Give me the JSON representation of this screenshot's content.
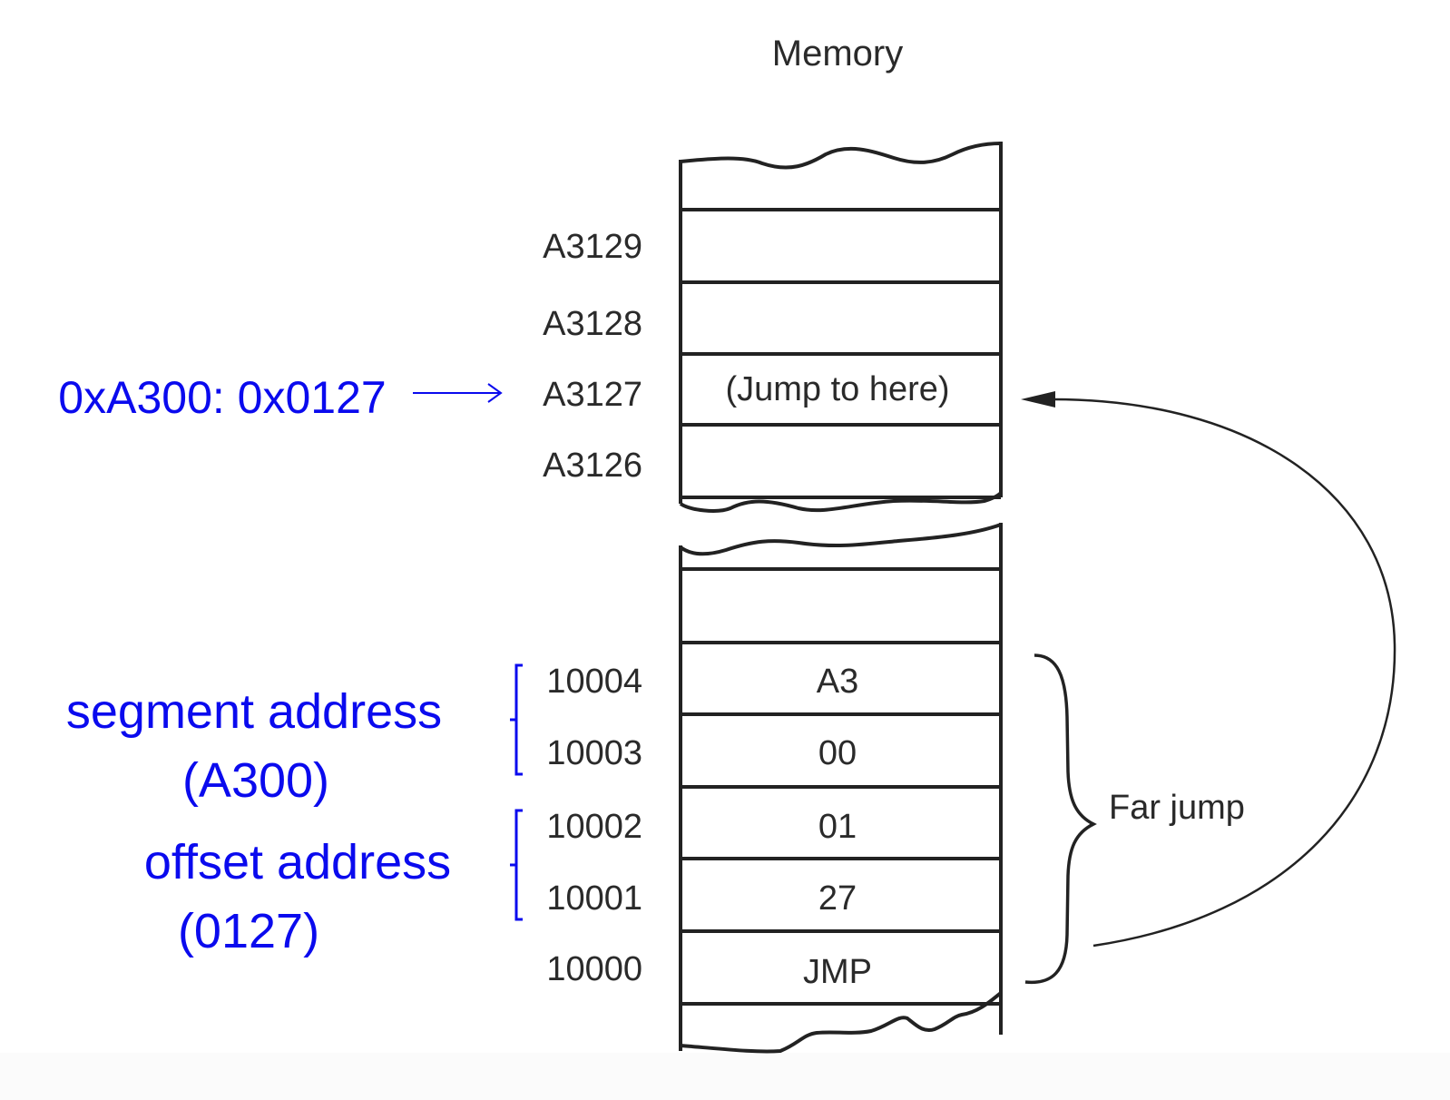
{
  "title": "Memory",
  "top_block": {
    "rows": [
      {
        "address": "",
        "content": ""
      },
      {
        "address": "A3129",
        "content": ""
      },
      {
        "address": "A3128",
        "content": ""
      },
      {
        "address": "A3127",
        "content": "(Jump to here)"
      },
      {
        "address": "A3126",
        "content": ""
      }
    ]
  },
  "bottom_block": {
    "rows": [
      {
        "address": "",
        "content": ""
      },
      {
        "address": "10004",
        "content": "A3"
      },
      {
        "address": "10003",
        "content": "00"
      },
      {
        "address": "10002",
        "content": "01"
      },
      {
        "address": "10001",
        "content": "27"
      },
      {
        "address": "10000",
        "content": "JMP"
      },
      {
        "address": "",
        "content": ""
      }
    ]
  },
  "far_jump_label": "Far jump",
  "annotations": {
    "target_pointer": "0xA300: 0x0127",
    "segment_label": "segment address",
    "segment_value": "(A300)",
    "offset_label": "offset address",
    "offset_value": "(0127)"
  },
  "colors": {
    "annotation": "#0a0aee",
    "diagram_ink": "#222222"
  }
}
